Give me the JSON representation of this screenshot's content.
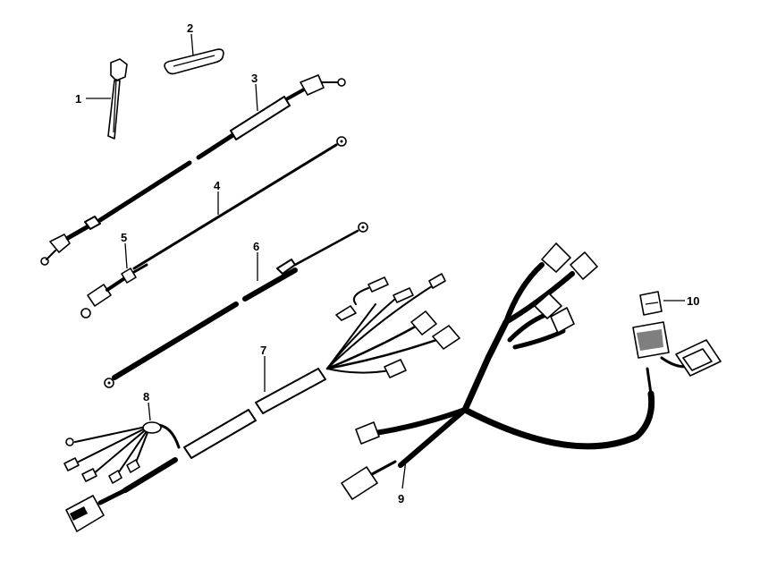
{
  "callouts": [
    {
      "id": "1",
      "part": "wire-tie"
    },
    {
      "id": "2",
      "part": "clamp"
    },
    {
      "id": "3",
      "part": "battery-lead-sleeved"
    },
    {
      "id": "4",
      "part": "ground-lead"
    },
    {
      "id": "5",
      "part": "terminal-boot"
    },
    {
      "id": "6",
      "part": "sleeved-cable"
    },
    {
      "id": "7",
      "part": "engine-harness"
    },
    {
      "id": "8",
      "part": "harness-ring-terminals"
    },
    {
      "id": "9",
      "part": "main-harness"
    },
    {
      "id": "10",
      "part": "fuse"
    }
  ]
}
